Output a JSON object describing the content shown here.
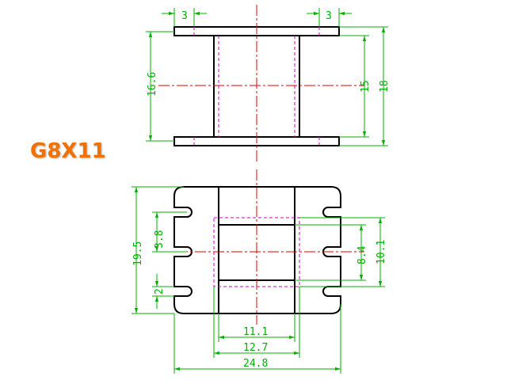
{
  "title": "G8X11",
  "colors": {
    "outline": "#000000",
    "hidden_line": "#d000d0",
    "center_line": "#e00000",
    "dimension": "#00b000",
    "title": "#f07000"
  },
  "top_view": {
    "dims": {
      "flange_left": "3",
      "flange_right": "3",
      "height_left": "16.6",
      "inner_right": "15",
      "outer_right": "18"
    }
  },
  "bottom_view": {
    "dims": {
      "overall_height": "19.5",
      "slot_pitch": "3.8",
      "slot_width": "2",
      "window_inner": "8.4",
      "window_outer": "10.1",
      "bottom_inner": "11.1",
      "bottom_mid": "12.7",
      "bottom_overall": "24.8"
    }
  }
}
